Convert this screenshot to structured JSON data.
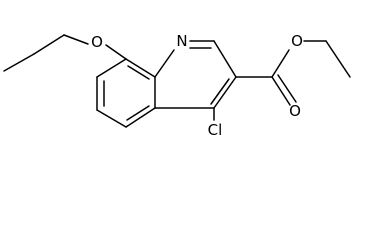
{
  "molecule": {
    "atoms": {
      "n": "N",
      "ether_o": "O",
      "carbonyl_o": "O",
      "ester_o": "O",
      "cl": "Cl"
    }
  },
  "colors": {
    "bond": "#000000",
    "label": "#000000",
    "background": "#ffffff"
  }
}
